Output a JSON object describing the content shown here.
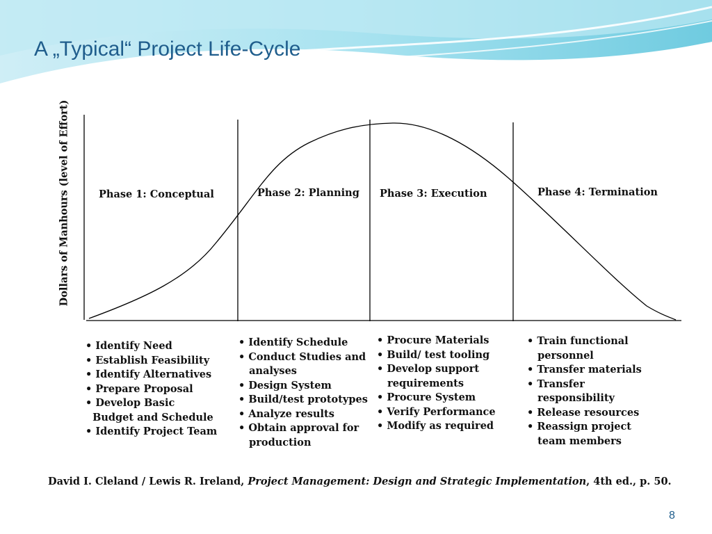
{
  "slide": {
    "title": "A „Typical“ Project Life-Cycle",
    "page_number": "8",
    "accent_color": "#1f5d8c",
    "banner_color": "#7fd3e4"
  },
  "diagram": {
    "y_axis_label": "Dollars of Manhours (level of Effort)",
    "phases": [
      {
        "label": "Phase 1: Conceptual",
        "tasks": [
          "• Identify Need",
          "• Establish Feasibility",
          "• Identify Alternatives",
          "• Prepare Proposal",
          "• Develop Basic",
          "  Budget and Schedule",
          "• Identify Project Team"
        ]
      },
      {
        "label": "Phase 2: Planning",
        "tasks": [
          "• Identify Schedule",
          "• Conduct Studies and",
          "   analyses",
          "• Design System",
          "• Build/test prototypes",
          "• Analyze results",
          "• Obtain approval for",
          "   production"
        ]
      },
      {
        "label": "Phase 3: Execution",
        "tasks": [
          "• Procure Materials",
          "• Build/ test tooling",
          "• Develop support",
          "   requirements",
          "• Procure System",
          "• Verify Performance",
          "• Modify as required"
        ]
      },
      {
        "label": "Phase 4: Termination",
        "tasks": [
          "• Train functional",
          "   personnel",
          "• Transfer materials",
          "• Transfer",
          "   responsibility",
          "• Release resources",
          "• Reassign project",
          "   team members"
        ]
      }
    ]
  },
  "citation": {
    "authors": "David I. Cleland / Lewis R. Ireland, ",
    "book_title": "Project Management: Design and Strategic Implementation",
    "details": ", 4th ed., p. 50."
  }
}
